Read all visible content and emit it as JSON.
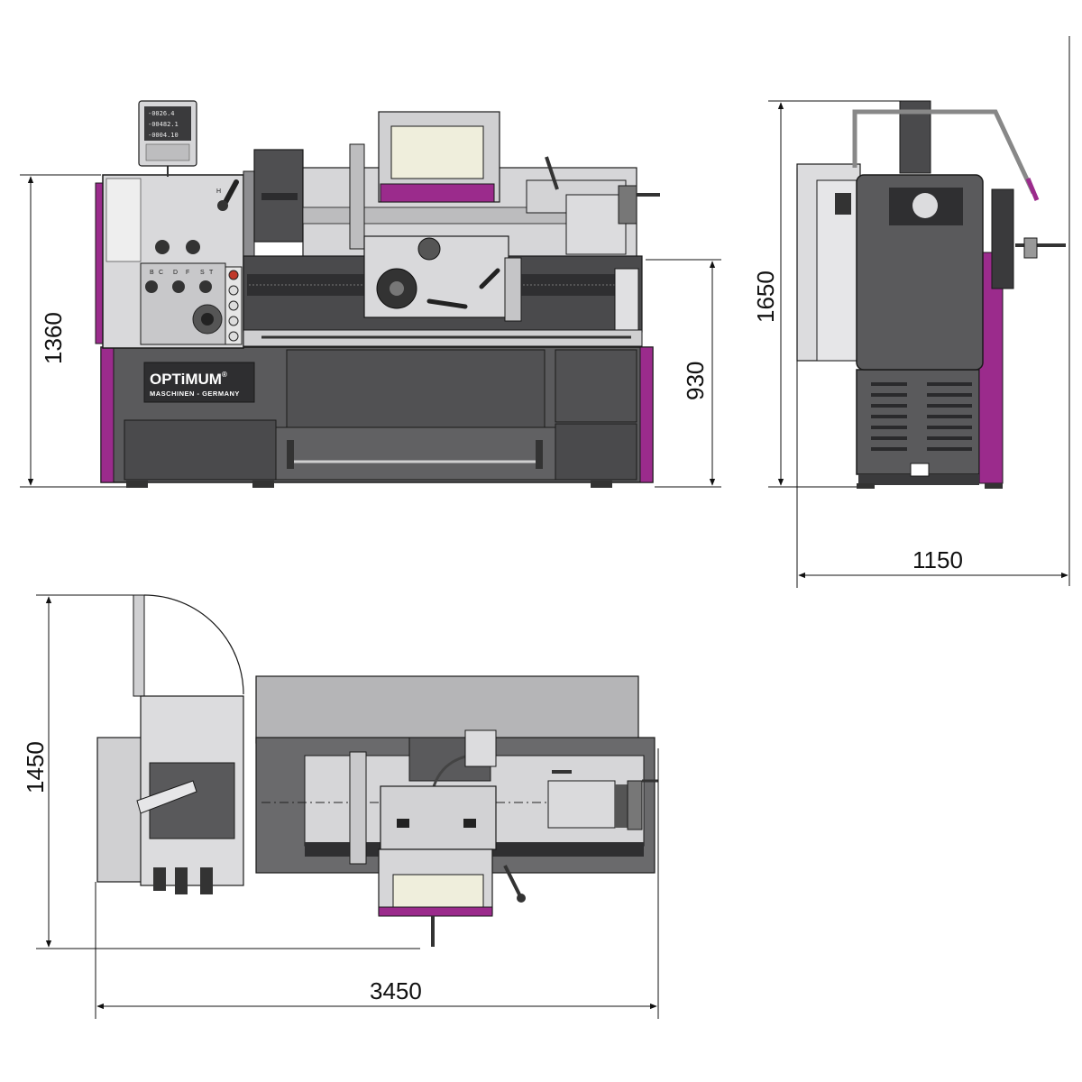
{
  "dimensions": {
    "front_height": "1360",
    "bed_height": "930",
    "side_height": "1650",
    "side_depth": "1150",
    "top_depth": "1450",
    "total_length": "3450"
  },
  "brand": {
    "name": "OPTiMUM",
    "registered": "®",
    "tagline": "MASCHINEN - GERMANY"
  },
  "dro": {
    "rows": [
      "-0026.4",
      "-00482.1",
      "-0004.10"
    ]
  },
  "control_labels": [
    "H",
    "B",
    "C",
    "D",
    "F",
    "S",
    "T"
  ],
  "colors": {
    "magenta": "#9b2b8c",
    "dark_body": "#5a5a5c",
    "darker_body": "#4a4a4c",
    "light_body": "#cfcfd1",
    "lighter_body": "#e2e2e4",
    "glass": "#efeedc",
    "line": "#1a1a1a"
  }
}
